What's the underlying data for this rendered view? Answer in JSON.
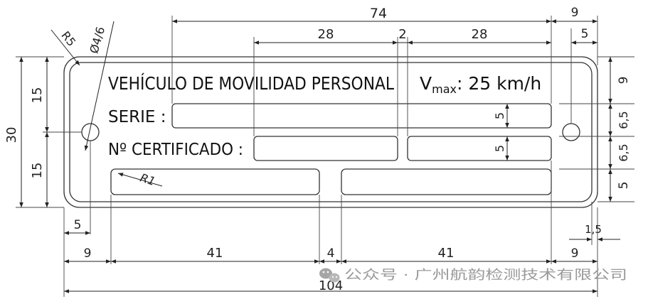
{
  "plate": {
    "title": "VEHÍCULO DE MOVILIDAD PERSONAL",
    "vmax_prefix": "V",
    "vmax_sub": "max",
    "vmax_value": ": 25 km/h",
    "serie_label": "SERIE :",
    "cert_label": "Nº CERTIFICADO :"
  },
  "dimensions": {
    "top_74": "74",
    "top_9": "9",
    "top_5": "5",
    "top_28a": "28",
    "top_2": "2",
    "top_28b": "28",
    "r5": "R5",
    "phi": "Ø4/6",
    "left_30": "30",
    "left_15a": "15",
    "left_15b": "15",
    "right_9": "9",
    "right_65a": "6,5",
    "right_65b": "6,5",
    "right_5": "5",
    "inner_5a": "5",
    "inner_5b": "5",
    "r1": "R1",
    "bottom_5": "5",
    "bottom_15": "1,5",
    "bottom_9a": "9",
    "bottom_41a": "41",
    "bottom_4": "4",
    "bottom_41b": "41",
    "bottom_9b": "9",
    "bottom_104": "104"
  },
  "watermark": {
    "icon": "wechat-icon",
    "text": "公众号 · 广州航韵检测技术有限公司"
  }
}
